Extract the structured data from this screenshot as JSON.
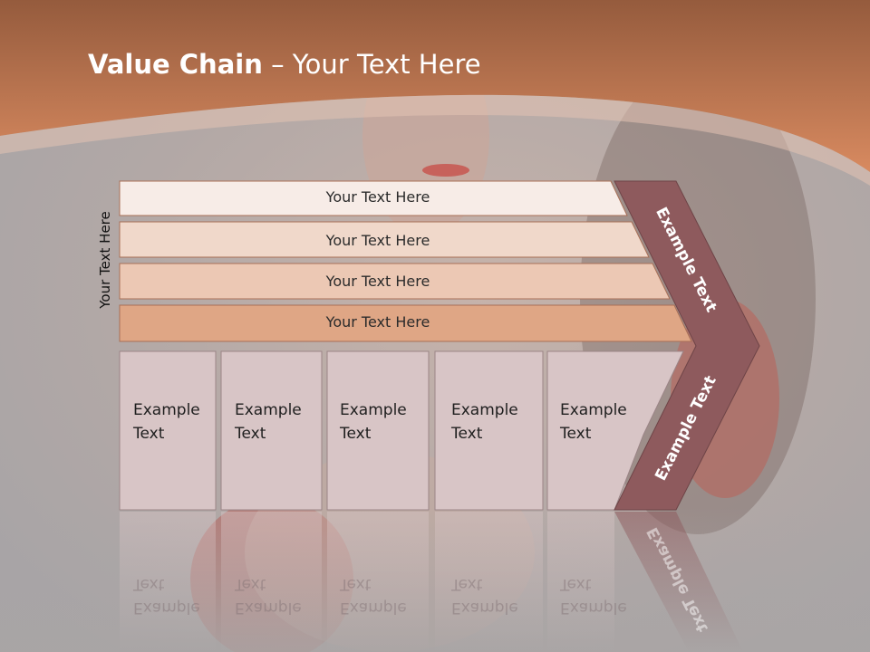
{
  "slide": {
    "title_bold": "Value Chain",
    "title_rest": " – Your Text Here",
    "side_label": "Your Text Here",
    "bands": [
      "Your Text Here",
      "Your Text Here",
      "Your Text Here",
      "Your Text Here"
    ],
    "cells": [
      {
        "line1": "Example",
        "line2": "Text"
      },
      {
        "line1": "Example",
        "line2": "Text"
      },
      {
        "line1": "Example",
        "line2": "Text"
      },
      {
        "line1": "Example",
        "line2": "Text"
      },
      {
        "line1": "Example",
        "line2": "Text"
      }
    ],
    "chevron_upper": "Example Text",
    "chevron_lower": "Example Text"
  },
  "colors": {
    "header": "#c97f56",
    "band1": "#f7ece7",
    "band2": "#f0d8ca",
    "band3": "#ecc8b4",
    "band4": "#dfa685",
    "cell": "#d8c5c6",
    "chevron": "#8e5a5d"
  }
}
